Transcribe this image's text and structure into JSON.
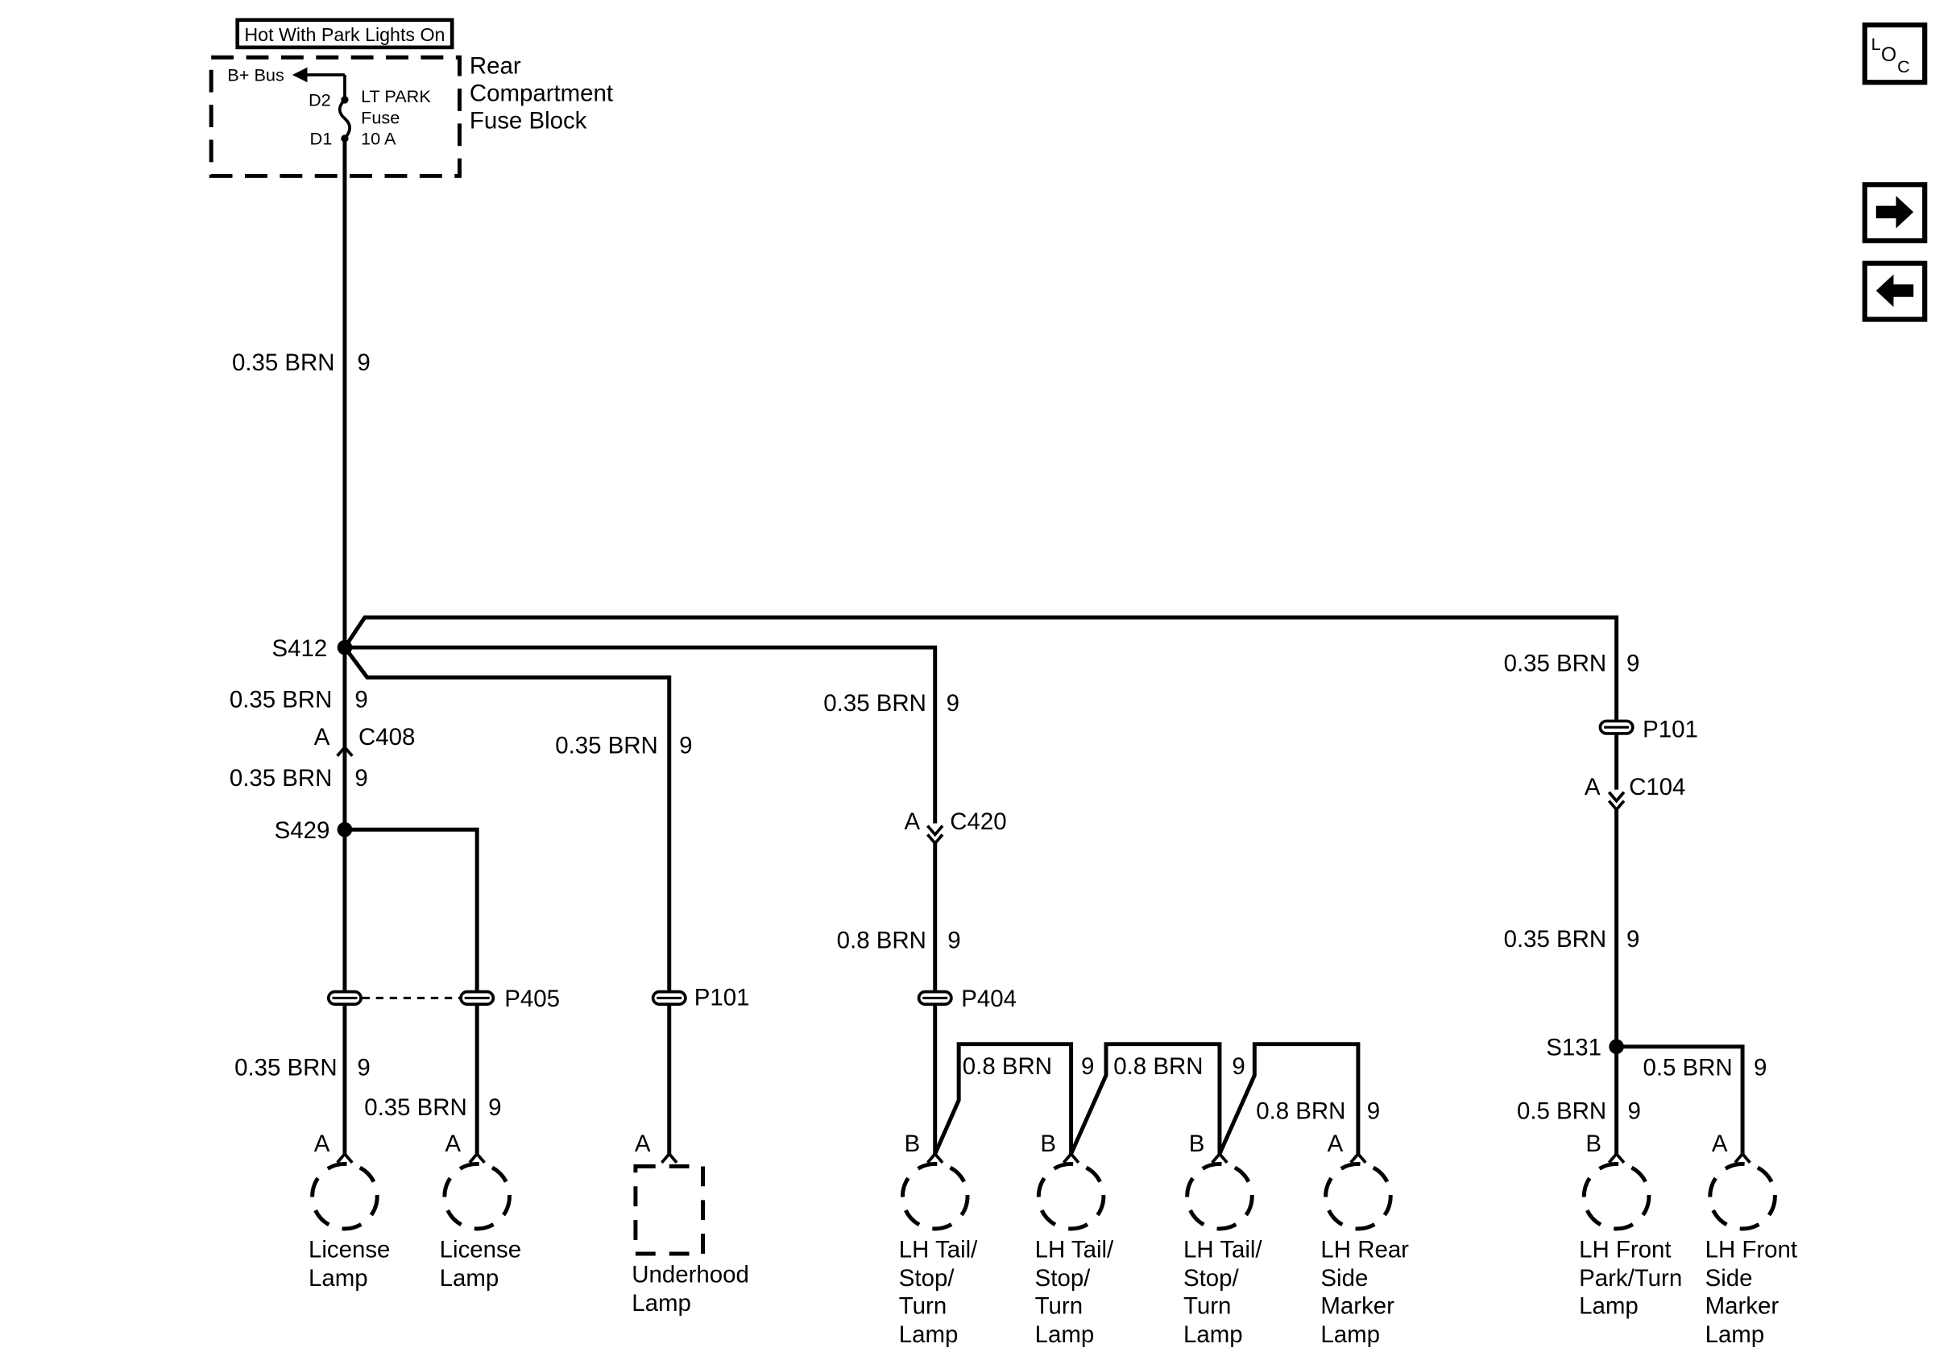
{
  "fuse_block": {
    "hot_label": "Hot With Park Lights On",
    "bus_label": "B+ Bus",
    "pin_top": "D2",
    "pin_bottom": "D1",
    "fuse_name": "LT PARK",
    "fuse_word": "Fuse",
    "fuse_rating": "10 A",
    "block_name": [
      "Rear",
      "Compartment",
      "Fuse Block"
    ]
  },
  "splices": {
    "s412": "S412",
    "s429": "S429",
    "s131": "S131"
  },
  "connectors": {
    "c408": {
      "name": "C408",
      "pin": "A"
    },
    "c420": {
      "name": "C420",
      "pin": "A"
    },
    "c104": {
      "name": "C104",
      "pin": "A"
    }
  },
  "pass_throughs": {
    "p405": "P405",
    "p101_underhood": "P101",
    "p404": "P404",
    "p101_front": "P101"
  },
  "wires": {
    "main_size": "0.35 BRN",
    "main_circuit": "9",
    "s412_down_size": "0.35 BRN",
    "s412_down_circuit": "9",
    "c408_below_size": "0.35 BRN",
    "c408_below_circuit": "9",
    "underhood_size": "0.35 BRN",
    "underhood_circuit": "9",
    "c420_above_size": "0.35 BRN",
    "c420_above_circuit": "9",
    "c420_below_size": "0.8 BRN",
    "c420_below_circuit": "9",
    "front_top_size": "0.35 BRN",
    "front_top_circuit": "9",
    "front_mid_size": "0.35 BRN",
    "front_mid_circuit": "9",
    "lic1_size": "0.35 BRN",
    "lic1_circuit": "9",
    "lic2_size": "0.35 BRN",
    "lic2_circuit": "9",
    "tail1_size": "0.8 BRN",
    "tail1_circuit": "9",
    "tail2_size": "0.8 BRN",
    "tail2_circuit": "9",
    "rear_marker_size": "0.8 BRN",
    "rear_marker_circuit": "9",
    "front_park_size": "0.5 BRN",
    "front_park_circuit": "9",
    "front_marker_size": "0.5 BRN",
    "front_marker_circuit": "9"
  },
  "lamps": {
    "license1": {
      "pin": "A",
      "name": [
        "License",
        "Lamp"
      ]
    },
    "license2": {
      "pin": "A",
      "name": [
        "License",
        "Lamp"
      ]
    },
    "underhood": {
      "pin": "A",
      "name": [
        "Underhood",
        "Lamp"
      ]
    },
    "tail1": {
      "pin": "B",
      "name": [
        "LH Tail/",
        "Stop/",
        "Turn",
        "Lamp"
      ]
    },
    "tail2": {
      "pin": "B",
      "name": [
        "LH Tail/",
        "Stop/",
        "Turn",
        "Lamp"
      ]
    },
    "tail3": {
      "pin": "B",
      "name": [
        "LH Tail/",
        "Stop/",
        "Turn",
        "Lamp"
      ]
    },
    "rear_marker": {
      "pin": "A",
      "name": [
        "LH Rear",
        "Side",
        "Marker",
        "Lamp"
      ]
    },
    "front_park": {
      "pin": "B",
      "name": [
        "LH Front",
        "Park/Turn",
        "Lamp"
      ]
    },
    "front_marker": {
      "pin": "A",
      "name": [
        "LH Front",
        "Side",
        "Marker",
        "Lamp"
      ]
    }
  },
  "nav": {
    "loc_main": "L",
    "loc_sub1": "O",
    "loc_sub2": "C",
    "next_icon": "arrow-right-icon",
    "prev_icon": "arrow-left-icon"
  }
}
